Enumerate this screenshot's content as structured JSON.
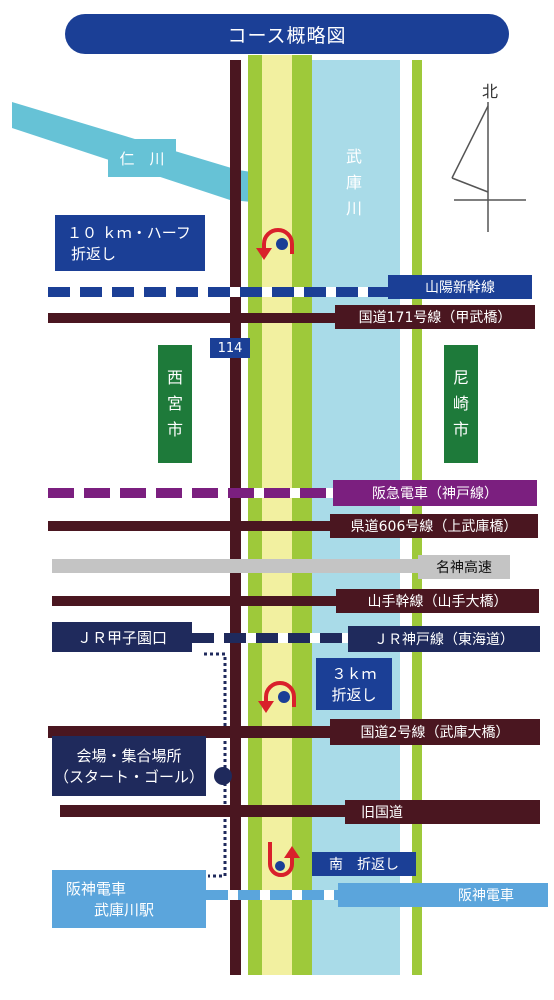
{
  "title": "コース概略図",
  "compass": {
    "label": "北"
  },
  "rivers": {
    "niki": "仁　川",
    "muko": [
      "武",
      "庫",
      "川"
    ]
  },
  "cities": {
    "nishinomiya": [
      "西",
      "宮",
      "市"
    ],
    "amagasaki": [
      "尼",
      "崎",
      "市"
    ]
  },
  "turnarounds": {
    "ten_km": [
      "１０ ｋｍ・ハーフ",
      "折返し"
    ],
    "three_km": [
      "３ｋｍ",
      "折返し"
    ],
    "south": "南　折返し"
  },
  "routes": {
    "sanyo_shinkansen": "山陽新幹線",
    "route171": "国道171号線（甲武橋）",
    "route114": "114",
    "hankyu": "阪急電車（神戸線）",
    "pref606": "県道606号線（上武庫橋）",
    "meishin": "名神高速",
    "yamate": "山手幹線（山手大橋）",
    "jr_koshienguchi": "ＪＲ甲子園口",
    "jr_kobe": "ＪＲ神戸線（東海道）",
    "route2": "国道2号線（武庫大橋）",
    "old_route": "旧国道",
    "hanshin_right": "阪神電車",
    "hanshin_station": [
      "阪神電車",
      "武庫川駅"
    ]
  },
  "venue": [
    "会場・集合場所",
    "（スタート・ゴール）"
  ],
  "colors": {
    "navy": "#1b3f96",
    "dark_navy": "#1f2a5c",
    "road": "#4a1620",
    "green_city": "#1e7a3a",
    "river": "#a9dbe8",
    "lime": "#9ec93a",
    "pale_yellow": "#f2f0a0",
    "purple": "#7b1f7f",
    "light_blue": "#5ba5dc",
    "niki_river": "#66c2d6",
    "gray": "#c4c4c4"
  }
}
